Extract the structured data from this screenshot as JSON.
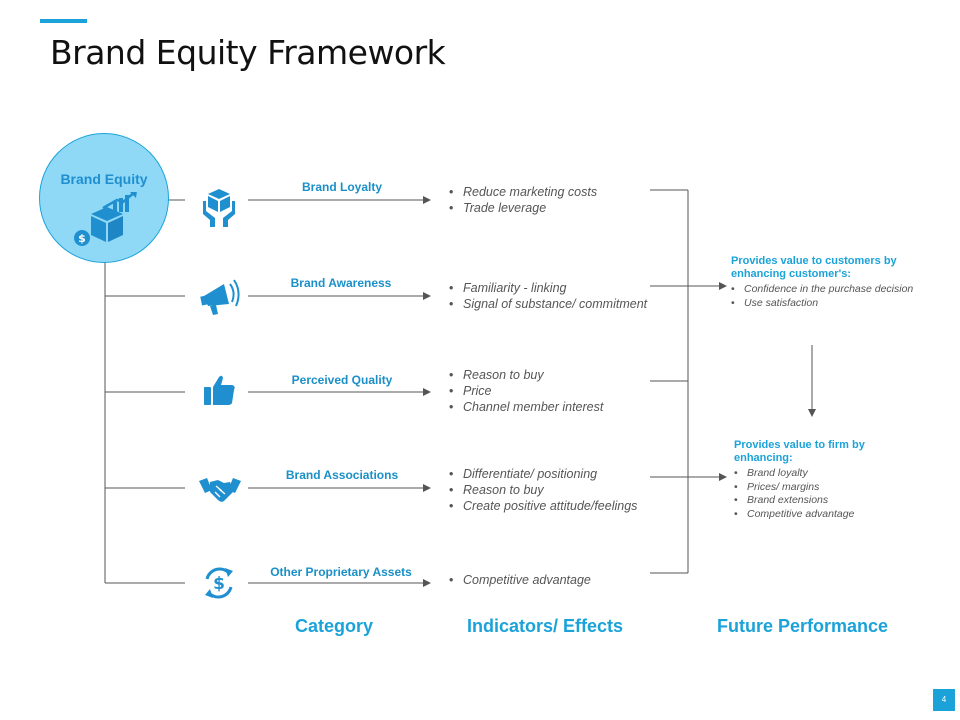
{
  "title": "Brand Equity Framework",
  "center": {
    "label": "Brand Equity"
  },
  "categories": [
    {
      "label": "Brand Loyalty",
      "icon": "hands-box-icon",
      "indicators": [
        "Reduce marketing costs",
        "Trade leverage"
      ]
    },
    {
      "label": "Brand Awareness",
      "icon": "megaphone-icon",
      "indicators": [
        "Familiarity - linking",
        "Signal of substance/ commitment"
      ]
    },
    {
      "label": "Perceived Quality",
      "icon": "thumbs-up-icon",
      "indicators": [
        "Reason to buy",
        "Price",
        "Channel member interest"
      ]
    },
    {
      "label": "Brand Associations",
      "icon": "handshake-icon",
      "indicators": [
        "Differentiate/ positioning",
        "Reason to buy",
        "Create positive attitude/feelings"
      ]
    },
    {
      "label": "Other Proprietary Assets",
      "icon": "dollar-cycle-icon",
      "indicators": [
        "Competitive advantage"
      ]
    }
  ],
  "performance": {
    "customers": {
      "heading": "Provides value to customers by enhancing customer's:",
      "items": [
        "Confidence in the purchase decision",
        "Use satisfaction"
      ]
    },
    "firm": {
      "heading": "Provides value to firm by enhancing:",
      "items": [
        "Brand loyalty",
        "Prices/ margins",
        "Brand extensions",
        "Competitive advantage"
      ]
    }
  },
  "columns": {
    "category": "Category",
    "indicators": "Indicators/ Effects",
    "future": "Future Performance"
  },
  "page_number": "4",
  "colors": {
    "accent": "#1ba3d9",
    "circle_fill": "#8fd9f7",
    "text_gray": "#555555",
    "line": "#555555"
  }
}
